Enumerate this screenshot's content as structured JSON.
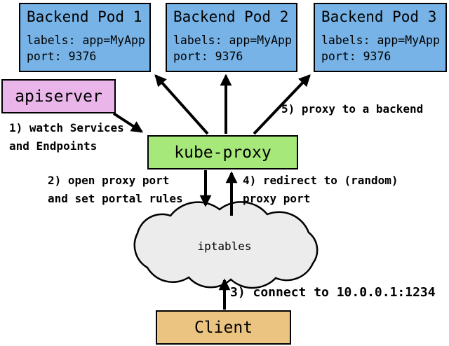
{
  "diagram": {
    "title_hint": "kube-proxy userspace service proxy flow",
    "pods": [
      {
        "title": "Backend Pod 1",
        "labels": "labels: app=MyApp",
        "port": "port: 9376"
      },
      {
        "title": "Backend Pod 2",
        "labels": "labels: app=MyApp",
        "port": "port: 9376"
      },
      {
        "title": "Backend Pod 3",
        "labels": "labels: app=MyApp",
        "port": "port: 9376"
      }
    ],
    "apiserver": {
      "label": "apiserver"
    },
    "kube_proxy": {
      "label": "kube-proxy"
    },
    "iptables": {
      "label": "iptables"
    },
    "client": {
      "label": "Client"
    },
    "annotations": {
      "step1": {
        "line1": "1) watch Services",
        "line2": "and Endpoints"
      },
      "step2": {
        "line1": "2) open proxy port",
        "line2": "and set portal rules"
      },
      "step3": {
        "line1": "3) connect to 10.0.0.1:1234"
      },
      "step4": {
        "line1": "4) redirect to (random)",
        "line2": "proxy port"
      },
      "step5": {
        "line1": "5) proxy to a backend"
      }
    },
    "colors": {
      "pod_fill": "#77b3e6",
      "apiserver_fill": "#eab6ea",
      "kube_proxy_fill": "#a6e87a",
      "client_fill": "#eac480",
      "cloud_fill": "#ececec",
      "border": "#000000"
    }
  }
}
